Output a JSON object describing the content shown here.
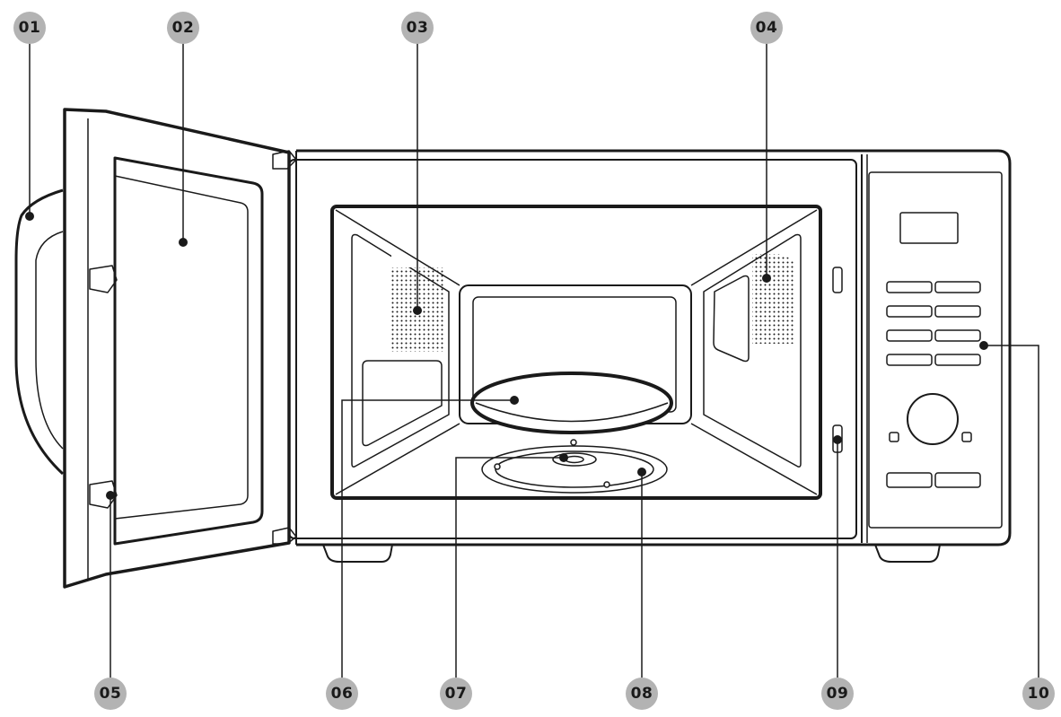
{
  "callouts": [
    {
      "id": "01",
      "label": "01"
    },
    {
      "id": "02",
      "label": "02"
    },
    {
      "id": "03",
      "label": "03"
    },
    {
      "id": "04",
      "label": "04"
    },
    {
      "id": "05",
      "label": "05"
    },
    {
      "id": "06",
      "label": "06"
    },
    {
      "id": "07",
      "label": "07"
    },
    {
      "id": "08",
      "label": "08"
    },
    {
      "id": "09",
      "label": "09"
    },
    {
      "id": "10",
      "label": "10"
    }
  ],
  "colors": {
    "line": "#1a1a1a",
    "badge": "#b3b3b3",
    "background": "#ffffff"
  }
}
